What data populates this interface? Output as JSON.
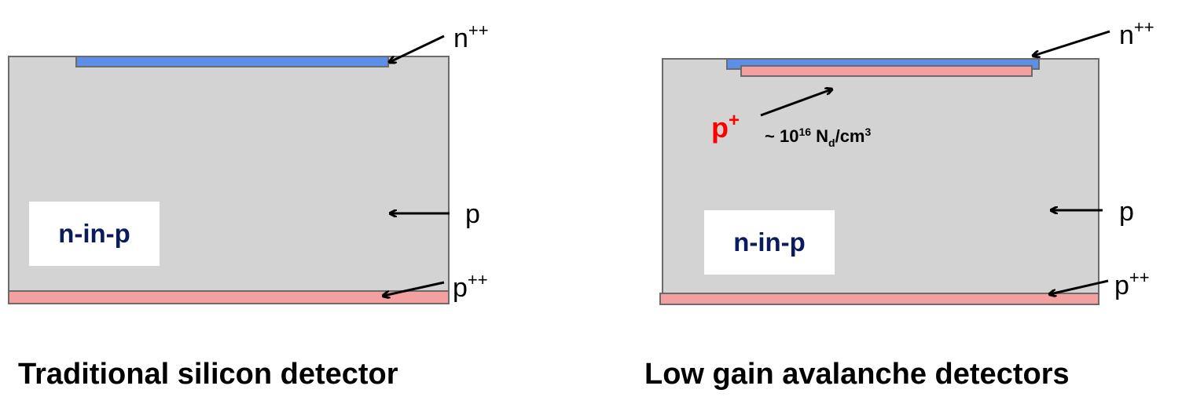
{
  "colors": {
    "bulk": "#d3d3d3",
    "n_plus_plus": "#5b8fe8",
    "p_plus_plus": "#f4a0a0",
    "p_plus_label": "#ff0000",
    "type_label": "#0c1a5e",
    "outline": "#6b6b6b"
  },
  "left": {
    "labels": {
      "n_pp_base": "n",
      "n_pp_sup": "++",
      "p": "p",
      "p_pp_base": "p",
      "p_pp_sup": "++"
    },
    "type_label": "n-in-p",
    "caption": "Traditional silicon detector"
  },
  "right": {
    "labels": {
      "n_pp_base": "n",
      "n_pp_sup": "++",
      "p_plus_base": "p",
      "p_plus_sup": "+",
      "doping_prefix": "~ 10",
      "doping_exp": "16",
      "doping_unit": " N",
      "doping_sub": "d",
      "doping_tail": "/cm",
      "doping_cube": "3",
      "p": "p",
      "p_pp_base": "p",
      "p_pp_sup": "++"
    },
    "type_label": "n-in-p",
    "caption": "Low gain avalanche detectors"
  }
}
